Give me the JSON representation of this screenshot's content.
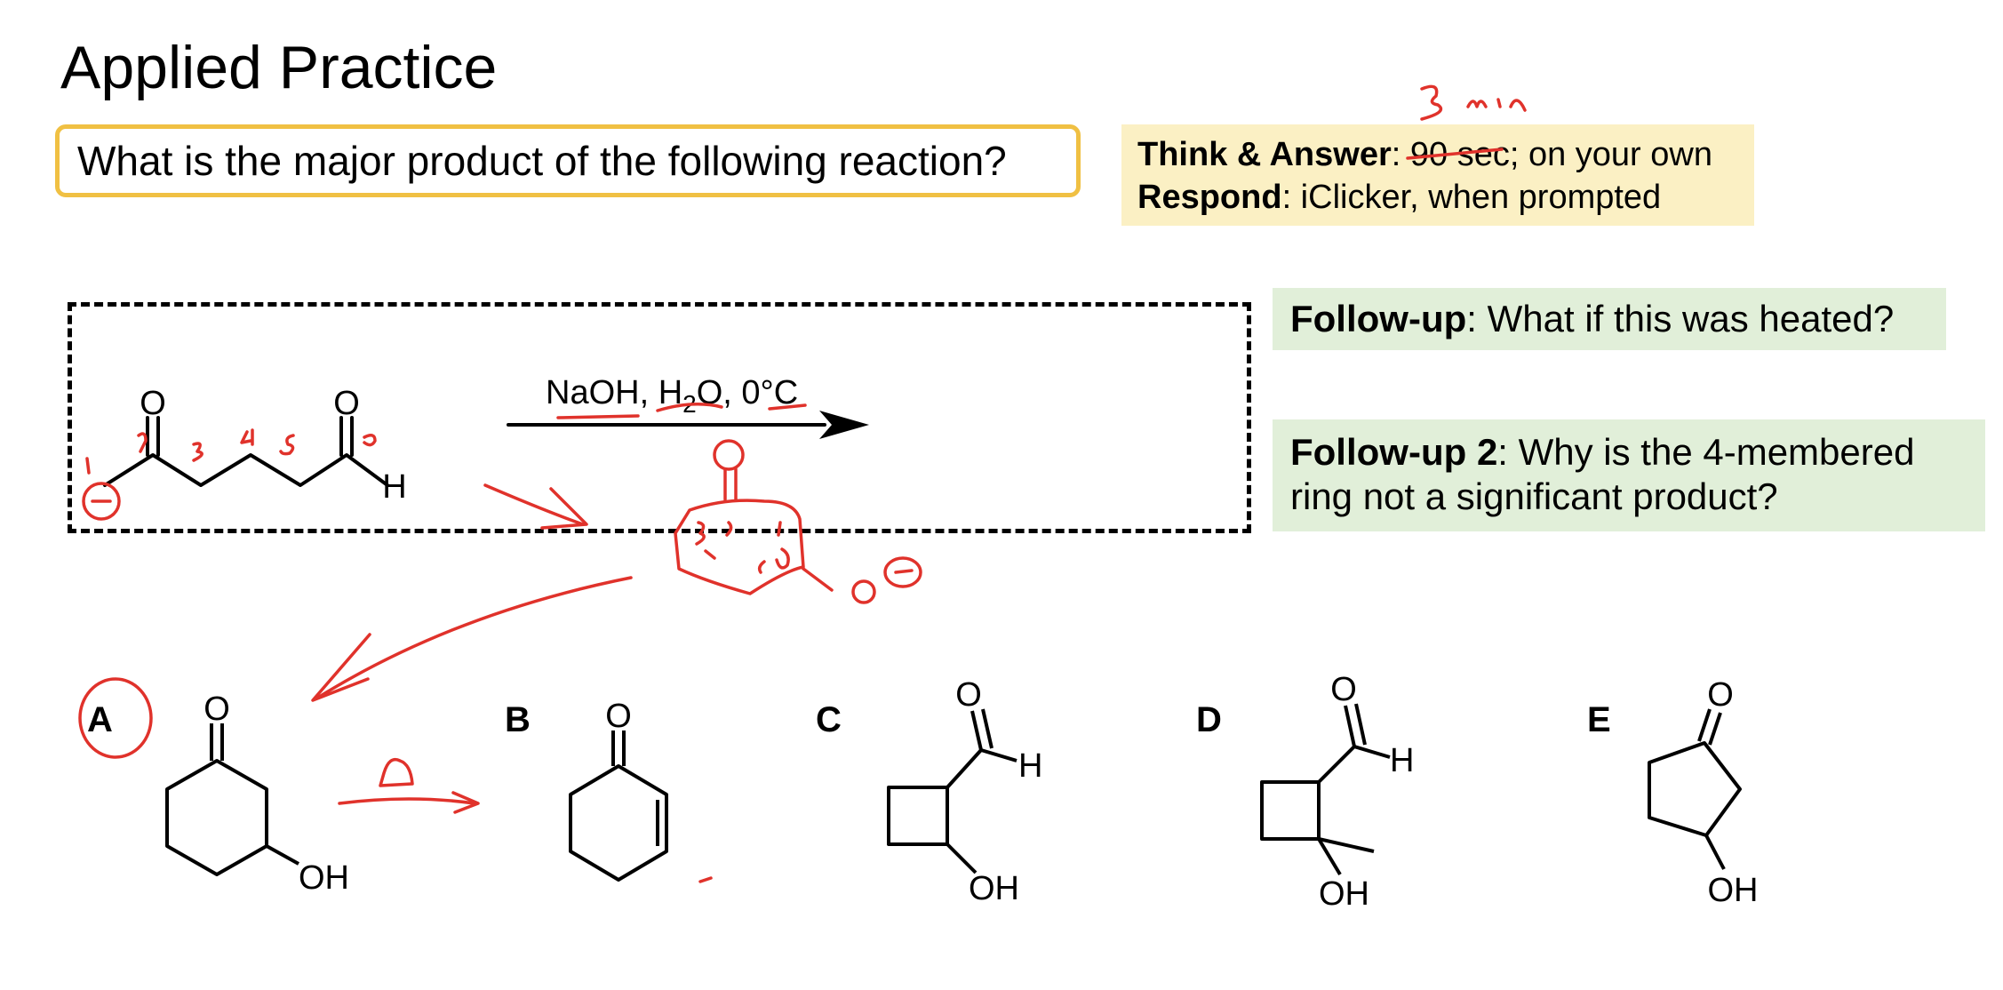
{
  "title": "Applied Practice",
  "question": "What is the major product of the following reaction?",
  "think": {
    "label1": "Think & Answer",
    "text1_struck": "90 sec",
    "text1_rest": "; on your own",
    "label2": "Respond",
    "text2": ": iClicker, when prompted"
  },
  "followup1": {
    "label": "Follow-up",
    "text": ": What if this was heated?"
  },
  "followup2": {
    "label": "Follow-up 2",
    "text": ": Why is the 4-membered ring not a significant product?"
  },
  "reaction": {
    "reagents": "NaOH, H2O, 0°C",
    "reagent_parts": {
      "a": "NaOH, H",
      "sub": "2",
      "b": "O, 0°C"
    }
  },
  "choices": [
    {
      "letter": "A"
    },
    {
      "letter": "B"
    },
    {
      "letter": "C"
    },
    {
      "letter": "D"
    },
    {
      "letter": "E"
    }
  ],
  "atoms": {
    "oxygen": "O",
    "hydrogen": "H",
    "hydroxyl": "OH"
  },
  "annotations": {
    "time_note": "3 min",
    "heat_symbol": "Δ"
  },
  "colors": {
    "ink": "#e0322b",
    "question_border": "#f0c043",
    "think_bg": "#fbf0c4",
    "followup_bg": "#e1efd9"
  }
}
